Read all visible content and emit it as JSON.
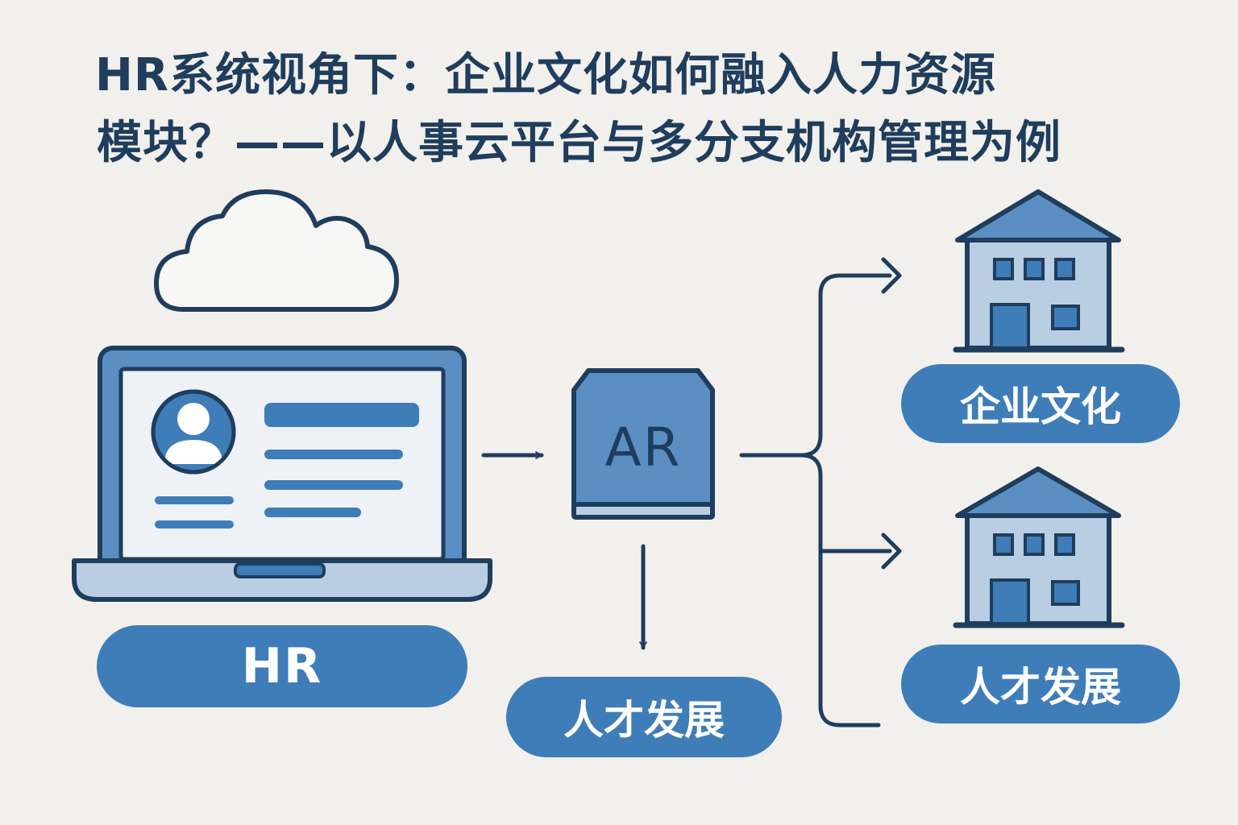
{
  "title": {
    "line1": "HR系统视角下：企业文化如何融入人力资源",
    "line2": "模块？——以人事云平台与多分支机构管理为例"
  },
  "nodes": {
    "hr_label": "HR",
    "ar_label": "AR",
    "talent_mid": "人才发展",
    "culture": "企业文化",
    "talent_right": "人才发展"
  },
  "icons": [
    "cloud-icon",
    "laptop-icon",
    "user-avatar-icon",
    "module-box-icon",
    "building-icon"
  ],
  "colors": {
    "background": "#f2f0ec",
    "dark_navy": "#1f3d5c",
    "primary_blue": "#3f7db8",
    "mid_blue": "#5b8fc4",
    "light_blue": "#b9cde3",
    "screen_fill": "#eef2f7"
  }
}
